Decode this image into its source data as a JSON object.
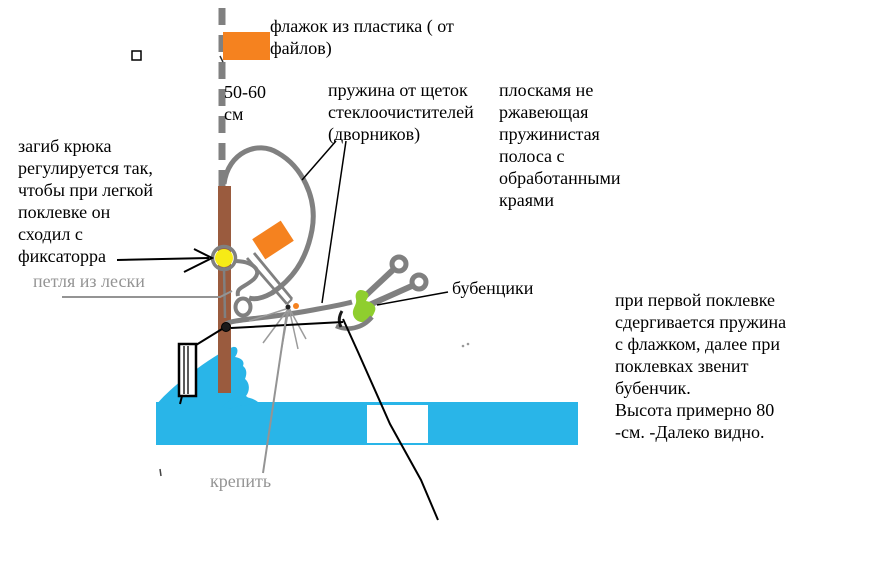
{
  "colors": {
    "orange": "#F5821F",
    "cyan": "#29B5E8",
    "green": "#8FCE2E",
    "yellow": "#F6EB16",
    "brown": "#9A5B3E",
    "gray": "#808080",
    "light_gray": "#9B9B9B",
    "text_gray": "#949494",
    "black": "#000000"
  },
  "labels": {
    "flag": "флажок из пластика ( от\nфайлов)",
    "height": "50-60\nсм",
    "spring": "пружина от щеток\nстеклоочистителей\n(дворников)",
    "strip": "плоскамя не\nржавеющая\nпружинистая\nполоса с\nобработанными\nкраями",
    "hook": "загиб крюка\nрегулируется так,\nчтобы при легкой\nпоклевке он\nсходил с\nфиксаторра",
    "line_loop": "петля из лески",
    "bells": "бубенцики",
    "note": "при первой поклевке\nсдергивается пружина\nс флажком, далее при\nпоклевках звенит\nбубенчик.\nВысота примерно 80\n-см. -Далеко видно.",
    "attach": "крепить"
  }
}
